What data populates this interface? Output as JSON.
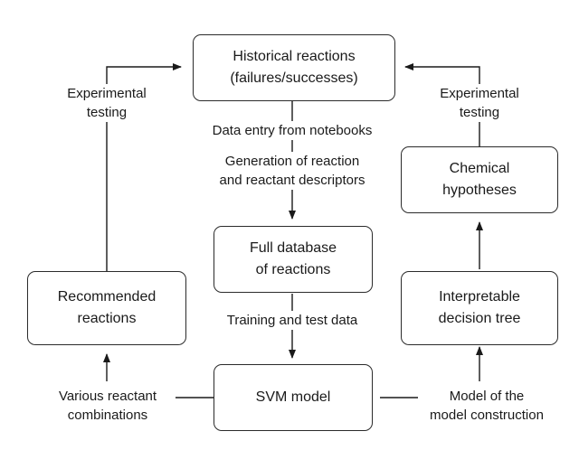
{
  "boxes": {
    "historical": [
      "Historical reactions",
      "(failures/successes)"
    ],
    "full_db": [
      "Full database",
      "of reactions"
    ],
    "svm": [
      "SVM model"
    ],
    "recommended": [
      "Recommended",
      "reactions"
    ],
    "decision_tree": [
      "Interpretable",
      "decision tree"
    ],
    "hypotheses": [
      "Chemical",
      "hypotheses"
    ]
  },
  "labels": {
    "data_entry": [
      "Data entry from notebooks"
    ],
    "descriptors": [
      "Generation of reaction",
      "and reactant descriptors"
    ],
    "training": [
      "Training and test data"
    ],
    "exp_left": [
      "Experimental",
      "testing"
    ],
    "exp_right": [
      "Experimental",
      "testing"
    ],
    "various": [
      "Various reactant",
      "combinations"
    ],
    "model_of": [
      "Model of the",
      "model construction"
    ]
  }
}
